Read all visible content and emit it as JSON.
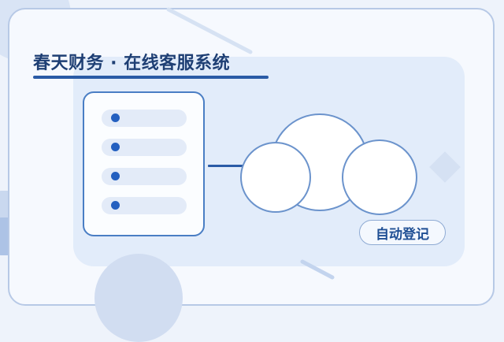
{
  "header": {
    "title": "春天财务 · 在线客服系统"
  },
  "server": {
    "slots": 4
  },
  "tag": {
    "label": "自动登记"
  },
  "colors": {
    "accent": "#2a5ba6",
    "dot": "#2460c0",
    "frame_border": "#b7c9e6",
    "panel": "#e2ecfa"
  },
  "icons": {
    "server": "server-rack-icon",
    "cloud": "cloud-icon"
  }
}
